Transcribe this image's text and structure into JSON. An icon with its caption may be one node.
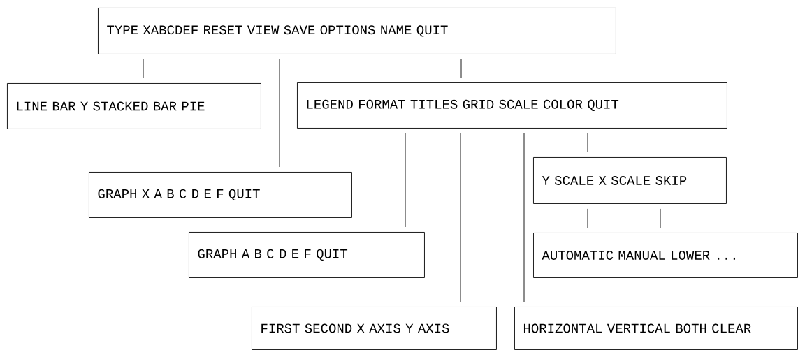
{
  "diagram": {
    "nodes": [
      {
        "text": [
          "TYPE XABCDEF RESET VIEW SAVE OPTIONS NAME QUIT"
        ]
      },
      {
        "text": [
          "LINE BAR Y STACKED BAR PIE"
        ]
      },
      {
        "text": [
          "LEGEND FORMAT TITLES GRID SCALE COLOR QUIT"
        ]
      },
      {
        "text": [
          "GRAPH X A B C D E F QUIT"
        ]
      },
      {
        "text": [
          "GRAPH A B C D E F QUIT"
        ]
      },
      {
        "text": [
          "Y SCALE X SCALE SKIP"
        ]
      },
      {
        "text": [
          "AUTOMATIC MANUAL LOWER ..."
        ]
      },
      {
        "text": [
          "FIRST SECOND X AXIS Y AXIS"
        ]
      },
      {
        "text": [
          "HORIZONTAL VERTICAL BOTH CLEAR"
        ]
      }
    ],
    "edges": [
      {
        "from": 0,
        "to": 1,
        "arrow": "none"
      },
      {
        "from": 0,
        "to": 3,
        "arrow": "none"
      },
      {
        "from": 0,
        "to": 2,
        "arrow": "none"
      },
      {
        "from": 2,
        "to": 4,
        "arrow": "none"
      },
      {
        "from": 2,
        "to": 7,
        "arrow": "none"
      },
      {
        "from": 2,
        "to": 8,
        "arrow": "none"
      },
      {
        "from": 2,
        "to": 5,
        "arrow": "none"
      },
      {
        "from": 5,
        "to": 6,
        "arrow": "none"
      },
      {
        "from": 5,
        "to": 6,
        "arrow": "none"
      }
    ]
  }
}
